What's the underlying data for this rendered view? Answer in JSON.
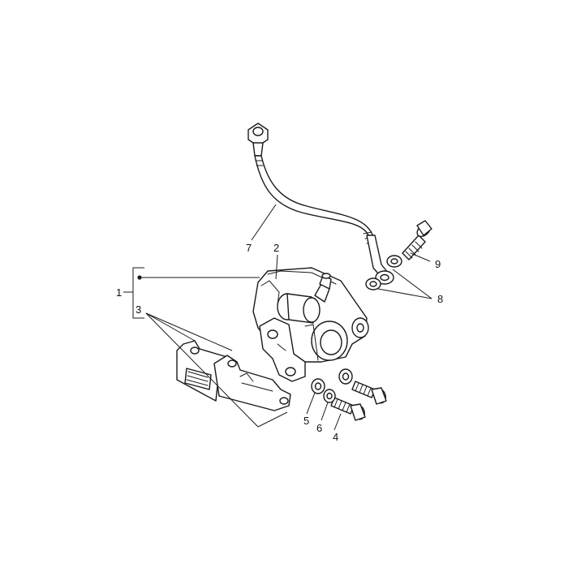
{
  "callouts": [
    {
      "id": "c1",
      "text": "1"
    },
    {
      "id": "c2",
      "text": "2"
    },
    {
      "id": "c3",
      "text": "3"
    },
    {
      "id": "c4",
      "text": "4"
    },
    {
      "id": "c5",
      "text": "5"
    },
    {
      "id": "c6",
      "text": "6"
    },
    {
      "id": "c7",
      "text": "7"
    },
    {
      "id": "c8",
      "text": "8"
    },
    {
      "id": "c9",
      "text": "9"
    }
  ],
  "colors": {
    "line": "#1a1a1a",
    "background": "#ffffff"
  }
}
